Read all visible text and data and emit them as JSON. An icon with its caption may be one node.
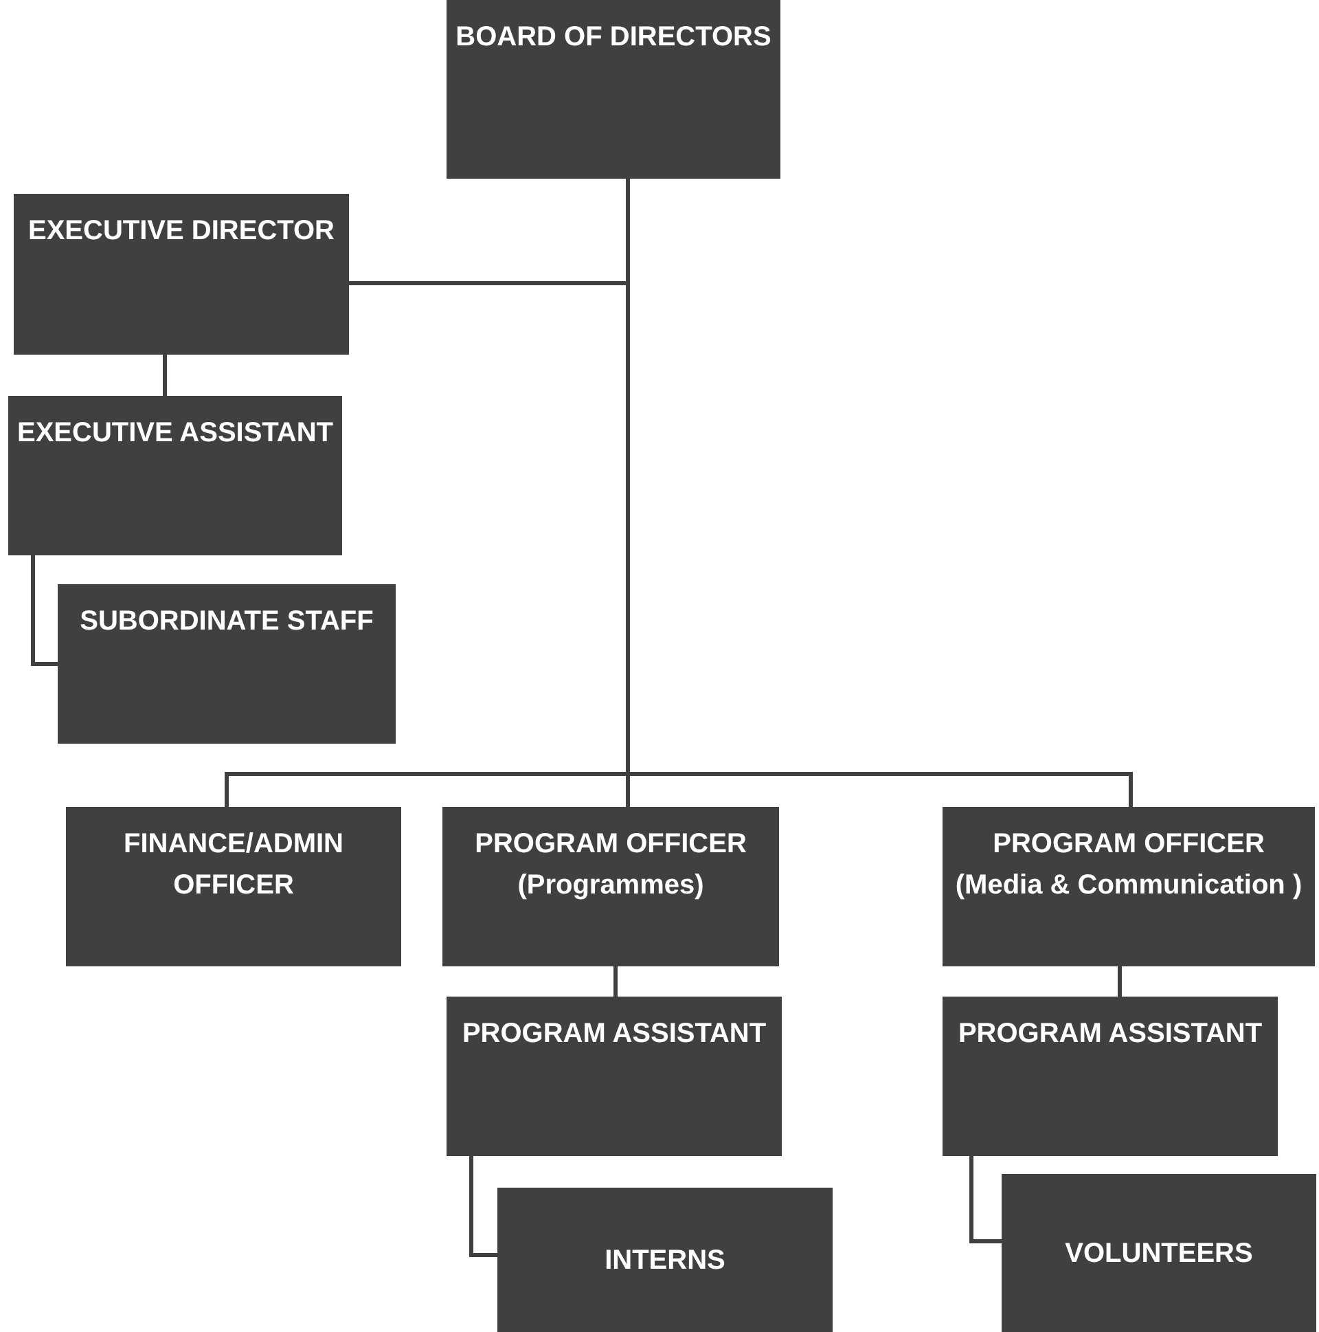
{
  "diagram": {
    "nodes": [
      {
        "text": [
          "BOARD OF DIRECTORS"
        ]
      },
      {
        "text": [
          "EXECUTIVE DIRECTOR"
        ]
      },
      {
        "text": [
          "EXECUTIVE ASSISTANT"
        ]
      },
      {
        "text": [
          "SUBORDINATE STAFF"
        ]
      },
      {
        "text": [
          "FINANCE/ADMIN OFFICER"
        ]
      },
      {
        "text": [
          "PROGRAM OFFICER (Programmes)"
        ]
      },
      {
        "text": [
          "PROGRAM OFFICER (Media & Communication )"
        ]
      },
      {
        "text": [
          "PROGRAM ASSISTANT"
        ]
      },
      {
        "text": [
          "INTERNS"
        ]
      },
      {
        "text": [
          "PROGRAM ASSISTANT"
        ]
      },
      {
        "text": [
          "VOLUNTEERS"
        ]
      }
    ],
    "edges": [
      {
        "from": 0,
        "to": 1,
        "arrow": "none"
      },
      {
        "from": 1,
        "to": 2,
        "arrow": "none"
      },
      {
        "from": 2,
        "to": 3,
        "arrow": "none"
      },
      {
        "from": 0,
        "to": 4,
        "arrow": "none"
      },
      {
        "from": 0,
        "to": 5,
        "arrow": "none"
      },
      {
        "from": 0,
        "to": 6,
        "arrow": "none"
      },
      {
        "from": 5,
        "to": 7,
        "arrow": "none"
      },
      {
        "from": 7,
        "to": 8,
        "arrow": "none"
      },
      {
        "from": 6,
        "to": 9,
        "arrow": "none"
      },
      {
        "from": 9,
        "to": 10,
        "arrow": "none"
      }
    ]
  }
}
